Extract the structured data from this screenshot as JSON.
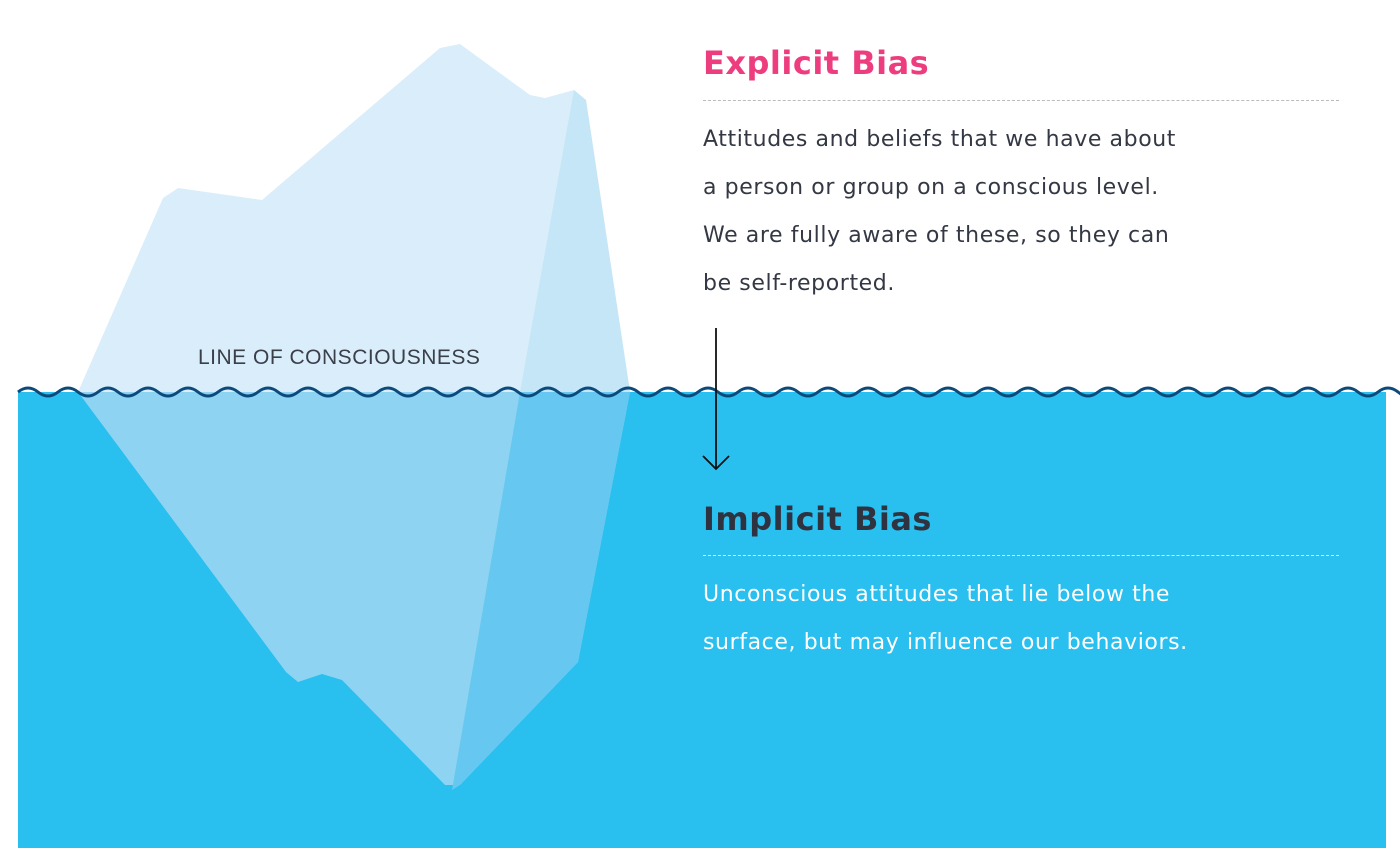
{
  "colors": {
    "water": "#29bfef",
    "wave_line": "#0d4a7c",
    "iceberg_top": "#d9eefa",
    "iceberg_top_facet": "#c5e6f7",
    "iceberg_bottom": "#8fd3f2",
    "iceberg_bottom_facet": "#66c8f0",
    "explicit_title": "#ee3d7f",
    "implicit_title": "#2f3340"
  },
  "line_label": "LINE OF CONSCIOUSNESS",
  "explicit": {
    "title": "Explicit Bias",
    "lines": [
      "Attitudes and beliefs that we have about",
      "a person or group on a conscious level.",
      "We are fully aware of these, so they can",
      "be self-reported."
    ]
  },
  "implicit": {
    "title": "Implicit Bias",
    "lines": [
      "Unconscious attitudes that lie below the",
      "surface, but may influence our behaviors."
    ]
  }
}
